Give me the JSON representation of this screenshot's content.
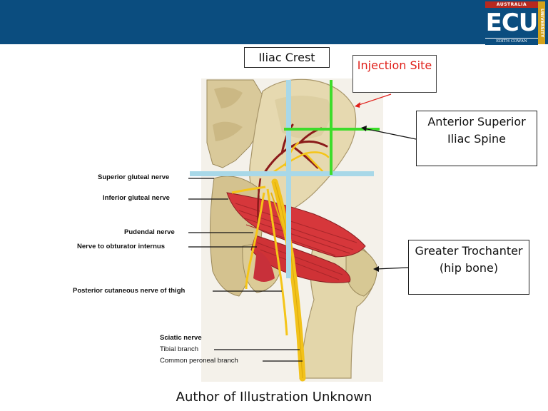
{
  "header": {
    "logo": {
      "top_text": "AUSTRALIA",
      "main_text": "ECU",
      "bottom_text": "EDITH COWAN",
      "side_text": "UNIVERSITY"
    }
  },
  "callouts": {
    "iliac_crest": "Iliac Crest",
    "injection_site": "Injection Site",
    "asis": "Anterior Superior Iliac Spine",
    "greater_trochanter": "Greater Trochanter (hip bone)"
  },
  "nerve_labels": {
    "superior_gluteal": "Superior gluteal nerve",
    "inferior_gluteal": "Inferior gluteal nerve",
    "pudendal": "Pudendal nerve",
    "obturator_internus": "Nerve to obturator internus",
    "posterior_cutaneous": "Posterior cutaneous nerve of thigh",
    "sciatic": "Sciatic nerve",
    "tibial": "Tibial branch",
    "common_peroneal": "Common peroneal branch"
  },
  "caption": "Author of Illustration Unknown",
  "colors": {
    "header_bg": "#0b4d7f",
    "injection_text": "#e0201a",
    "grid_line": "#a8d8e8",
    "site_line": "#3ddc2a"
  }
}
